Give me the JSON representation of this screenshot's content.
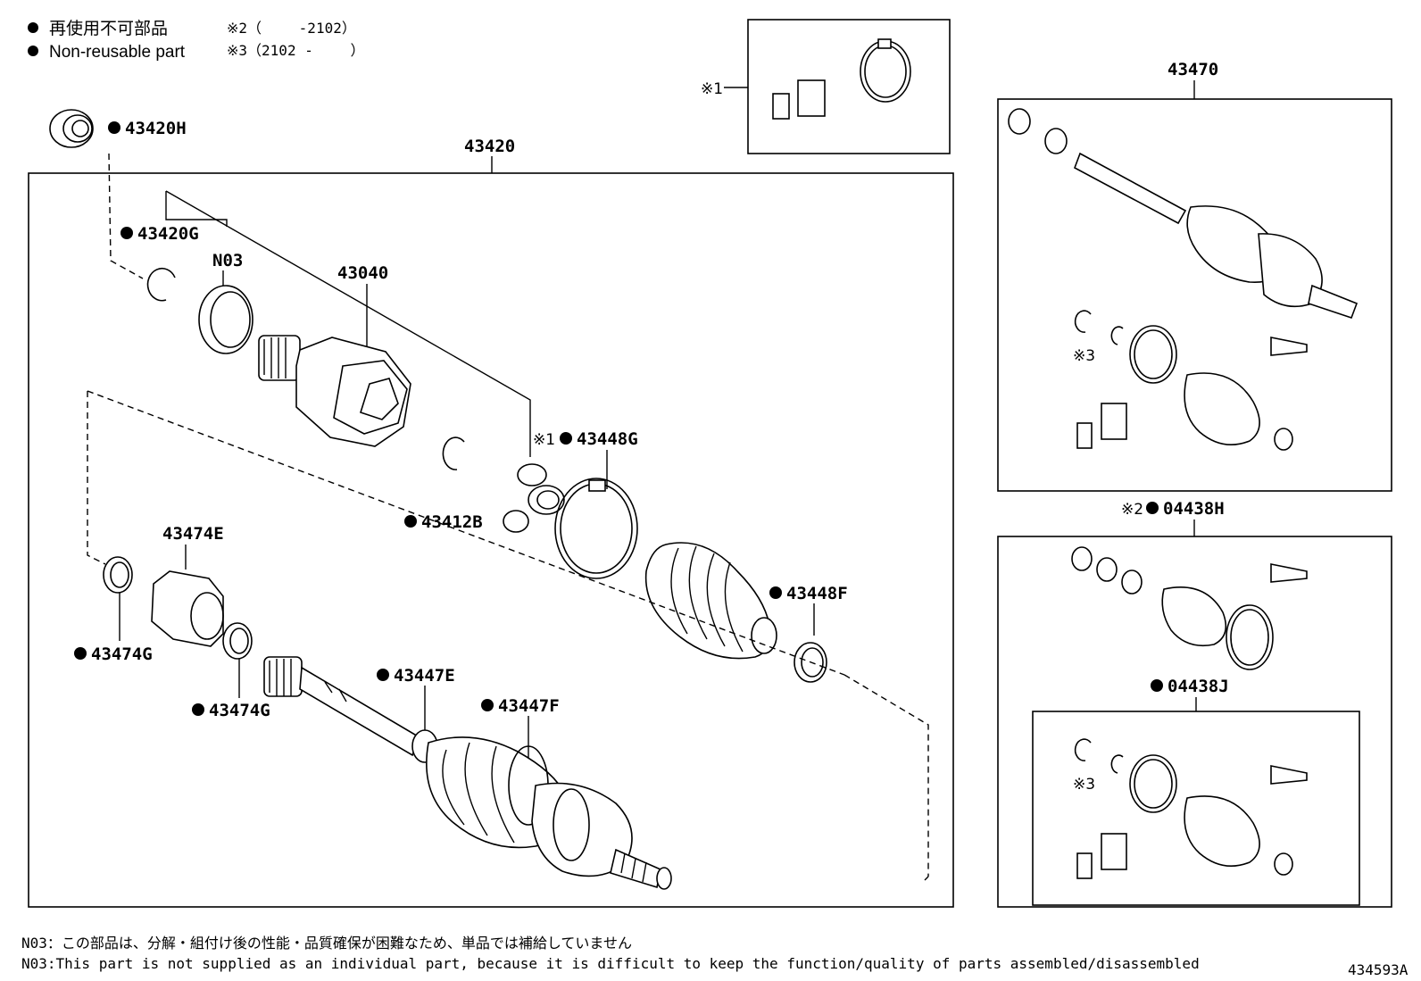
{
  "legend": {
    "line1": "再使用不可部品",
    "line2": "Non-reusable part",
    "note2": "※2（　　 -2102）",
    "note3": "※3（2102 -　　 ）"
  },
  "labels": {
    "main_assembly": "43420",
    "right_assembly": "43470",
    "kit_top": "※1",
    "p43420H": "43420H",
    "p43420G": "43420G",
    "pN03": "N03",
    "p43040": "43040",
    "p43448G_prefix": "※1",
    "p43448G": "43448G",
    "p43412B": "43412B",
    "p43474E": "43474E",
    "p43474G_a": "43474G",
    "p43474G_b": "43474G",
    "p43448F": "43448F",
    "p43447E": "43447E",
    "p43447F": "43447F",
    "p04438H_prefix": "※2",
    "p04438H": "04438H",
    "p04438J": "04438J",
    "ref3_a": "※3",
    "ref3_b": "※3"
  },
  "footnotes": {
    "jp": "N03：この部品は、分解・組付け後の性能・品質確保が困難なため、単品では補給していません",
    "en": "N03:This part is not supplied as an individual part, because it is difficult to keep the function/quality of parts assembled/disassembled"
  },
  "diagram_id": "434593A"
}
